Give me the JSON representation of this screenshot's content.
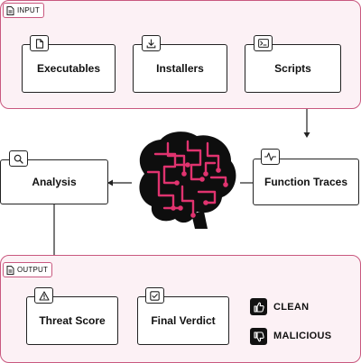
{
  "input_panel": {
    "tag": "INPUT",
    "nodes": [
      {
        "label": "Executables",
        "icon": "file-icon"
      },
      {
        "label": "Installers",
        "icon": "download-icon"
      },
      {
        "label": "Scripts",
        "icon": "terminal-icon"
      }
    ]
  },
  "middle": {
    "analysis": {
      "label": "Analysis",
      "icon": "search-icon"
    },
    "function_traces": {
      "label": "Function Traces",
      "icon": "activity-icon"
    },
    "brain_icon": "brain-circuit-icon"
  },
  "output_panel": {
    "tag": "OUTPUT",
    "threat_score": {
      "label": "Threat Score",
      "icon": "warning-icon"
    },
    "final_verdict": {
      "label": "Final Verdict",
      "icon": "checkbox-icon"
    },
    "results": [
      {
        "label": "CLEAN",
        "icon": "thumbs-up-icon"
      },
      {
        "label": "MALICIOUS",
        "icon": "thumbs-down-icon"
      }
    ]
  },
  "colors": {
    "accent": "#c9587f",
    "panel_fill": "#fcf1f5",
    "circuit": "#e0336f"
  }
}
